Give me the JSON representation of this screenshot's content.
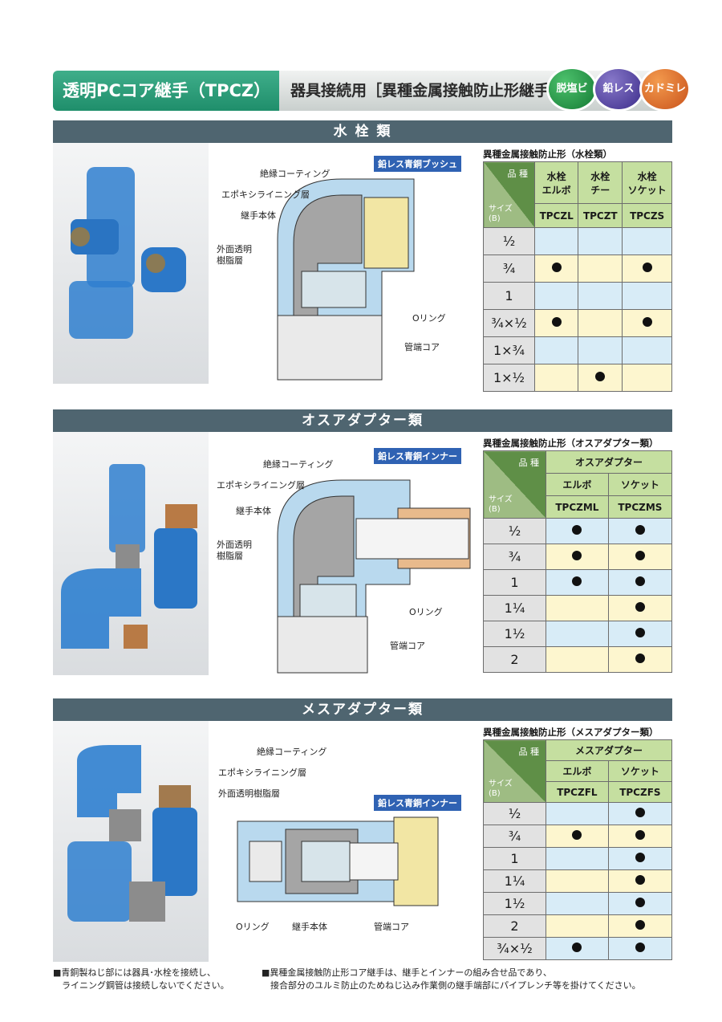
{
  "header": {
    "product_title": "透明PCコア継手（TPCZ）",
    "subtitle": "器具接続用［異種金属接触防止形継手］",
    "badges": [
      "脱塩ビ",
      "鉛レス",
      "カドミレス"
    ],
    "badge_colors": [
      "#1e8f3f",
      "#4a3a99",
      "#d8641f"
    ]
  },
  "sections": [
    {
      "title": "水 栓 類",
      "diagram_labels": [
        "絶縁コーティング",
        "エポキシライニング層",
        "継手本体",
        "外面透明\n樹脂層",
        "Oリング",
        "管端コア"
      ],
      "diagram_tag": "鉛レス青銅ブッシュ",
      "table_title": "異種金属接触防止形（水栓類）",
      "corner_top": "品 種",
      "corner_bottom": "サイズ\n(B)",
      "group_header": "",
      "products": [
        {
          "name": "水栓\nエルボ",
          "code": "TPCZL"
        },
        {
          "name": "水栓\nチー",
          "code": "TPCZT"
        },
        {
          "name": "水栓\nソケット",
          "code": "TPCZS"
        }
      ],
      "rows": [
        {
          "size": "½",
          "marks": [
            false,
            false,
            false
          ]
        },
        {
          "size": "¾",
          "marks": [
            true,
            false,
            true
          ]
        },
        {
          "size": "1",
          "marks": [
            false,
            false,
            false
          ]
        },
        {
          "size": "¾×½",
          "marks": [
            true,
            false,
            true
          ]
        },
        {
          "size": "1×¾",
          "marks": [
            false,
            false,
            false
          ]
        },
        {
          "size": "1×½",
          "marks": [
            false,
            true,
            false
          ]
        }
      ]
    },
    {
      "title": "オスアダプター類",
      "diagram_labels": [
        "絶縁コーティング",
        "エポキシライニング層",
        "継手本体",
        "外面透明\n樹脂層",
        "Oリング",
        "管端コア"
      ],
      "diagram_tag": "鉛レス青銅インナー",
      "table_title": "異種金属接触防止形（オスアダプター類）",
      "corner_top": "品 種",
      "corner_bottom": "サイズ\n(B)",
      "group_header": "オスアダプター",
      "products": [
        {
          "name": "エルボ",
          "code": "TPCZML"
        },
        {
          "name": "ソケット",
          "code": "TPCZMS"
        }
      ],
      "rows": [
        {
          "size": "½",
          "marks": [
            true,
            true
          ]
        },
        {
          "size": "¾",
          "marks": [
            true,
            true
          ]
        },
        {
          "size": "1",
          "marks": [
            true,
            true
          ]
        },
        {
          "size": "1¼",
          "marks": [
            false,
            true
          ]
        },
        {
          "size": "1½",
          "marks": [
            false,
            true
          ]
        },
        {
          "size": "2",
          "marks": [
            false,
            true
          ]
        }
      ]
    },
    {
      "title": "メスアダプター類",
      "diagram_labels": [
        "絶縁コーティング",
        "エポキシライニング層",
        "外面透明樹脂層",
        "Oリング",
        "継手本体",
        "管端コア"
      ],
      "diagram_tag": "鉛レス青銅インナー",
      "table_title": "異種金属接触防止形（メスアダプター類）",
      "corner_top": "品 種",
      "corner_bottom": "サイズ\n(B)",
      "group_header": "メスアダプター",
      "products": [
        {
          "name": "エルボ",
          "code": "TPCZFL"
        },
        {
          "name": "ソケット",
          "code": "TPCZFS"
        }
      ],
      "rows": [
        {
          "size": "½",
          "marks": [
            false,
            true
          ]
        },
        {
          "size": "¾",
          "marks": [
            true,
            true
          ]
        },
        {
          "size": "1",
          "marks": [
            false,
            true
          ]
        },
        {
          "size": "1¼",
          "marks": [
            false,
            true
          ]
        },
        {
          "size": "1½",
          "marks": [
            false,
            true
          ]
        },
        {
          "size": "2",
          "marks": [
            false,
            true
          ]
        },
        {
          "size": "¾×½",
          "marks": [
            true,
            true
          ]
        }
      ]
    }
  ],
  "notes": {
    "left": "■青銅製ねじ部には器具･水栓を接続し、\n　ライニング鋼管は接続しないでください。",
    "right": "■異種金属接触防止形コア継手は、継手とインナーの組み合せ品であり、\n　接合部分のユルミ防止のためねじ込み作業側の継手端部にパイプレンチ等を掛けてください。"
  },
  "colors": {
    "header_green": "#2a9a77",
    "section_bar": "#4f6570",
    "table_header": "#c5dfa0",
    "row_blue": "#d8ecf7",
    "row_yellow": "#fdf6cf",
    "tag_blue": "#2f62b3"
  }
}
